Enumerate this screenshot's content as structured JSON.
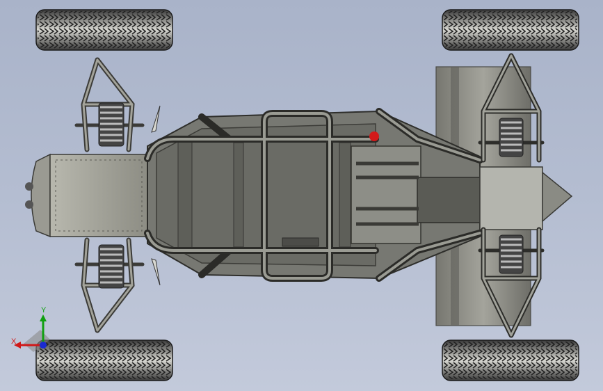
{
  "viewport": {
    "background_top": "#a9b3c9",
    "background_bottom": "#c3cadb"
  },
  "model": {
    "description_icon": "buggy-chassis-top-view",
    "frame_color": "#8a8b84",
    "panel_color": "#6b6c66",
    "tire_color": "#2a2a2a",
    "highlight_color": "#d41a1a"
  },
  "triad": {
    "x_label": "X",
    "y_label": "Y",
    "x_color": "#d01818",
    "y_color": "#10a010",
    "z_color": "#1a2ad0"
  }
}
